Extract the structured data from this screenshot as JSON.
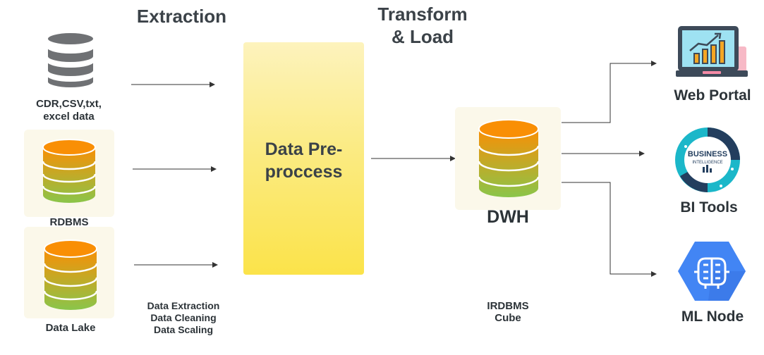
{
  "stages": {
    "extraction": "Extraction",
    "transform_load": "Transform\n& Load"
  },
  "sources": [
    {
      "label": "CDR,CSV,txt,\nexcel data",
      "icon": "gray-database-icon"
    },
    {
      "label": "RDBMS",
      "icon": "gradient-database-icon"
    },
    {
      "label": "Data Lake",
      "icon": "gradient-database-icon"
    }
  ],
  "process": {
    "label": "Data Pre-\nproccess",
    "steps": "Data Extraction\nData Cleaning\nData Scaling"
  },
  "warehouse": {
    "label": "DWH",
    "note": "IRDBMS\nCube"
  },
  "targets": [
    {
      "label": "Web Portal",
      "icon": "laptop-chart-icon"
    },
    {
      "label": "BI Tools",
      "icon": "business-intelligence-icon",
      "icon_text_1": "BUSINESS",
      "icon_text_2": "INTELLIGENCE"
    },
    {
      "label": "ML Node",
      "icon": "brain-hexagon-icon"
    }
  ],
  "colors": {
    "gray_db": "#6f7174",
    "db_top": "#f98f05",
    "db_bottom": "#8ac54a",
    "box_top": "#fdf3bd",
    "box_bottom": "#fbe34a",
    "arrow": "#333333",
    "bi_teal": "#1bb7c9",
    "bi_navy": "#233e5e",
    "ml_blue": "#4285f4"
  }
}
